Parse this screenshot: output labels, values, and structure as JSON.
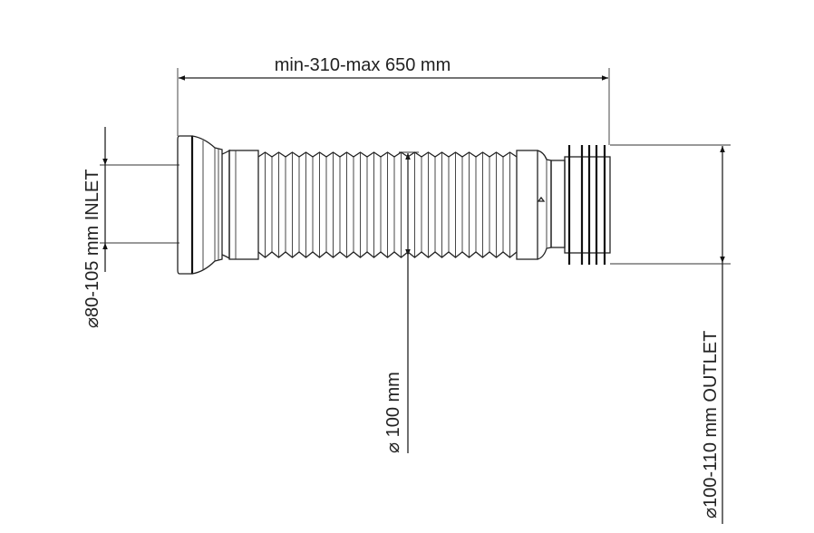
{
  "dimensions": {
    "length": "min-310-max 650 mm",
    "inlet": "⌀80-105 mm INLET",
    "pipe": "⌀  100 mm",
    "outlet": "⌀100-110 mm OUTLET"
  },
  "bellows_ribs": 19,
  "outlet_rings": 5
}
